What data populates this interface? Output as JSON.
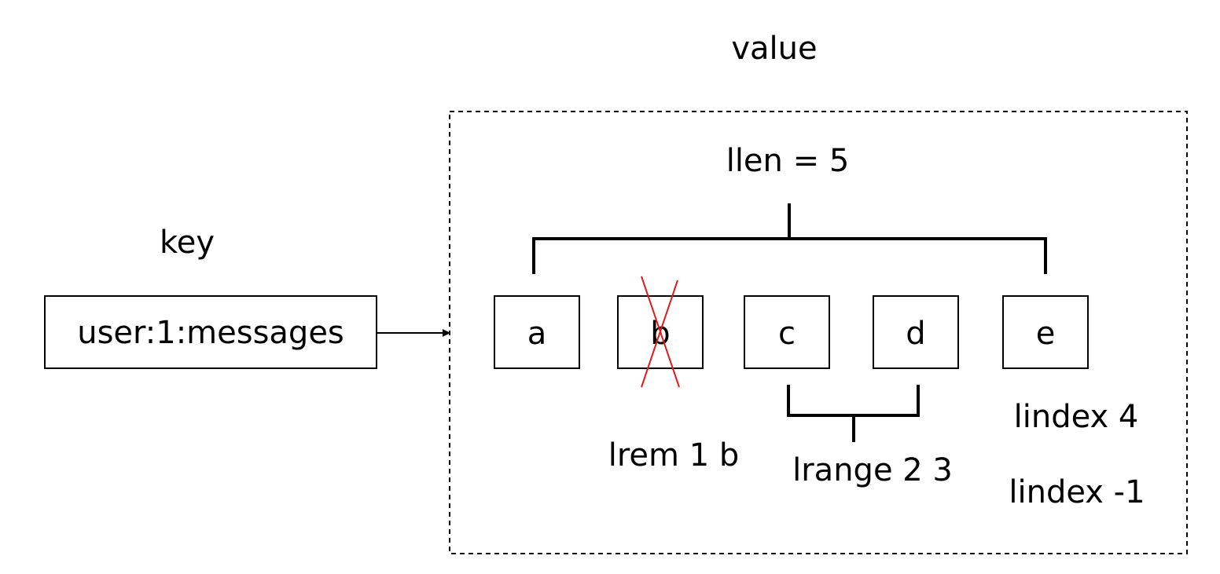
{
  "labels": {
    "value": "value",
    "key": "key",
    "llen": "llen = 5",
    "lrem": "lrem 1 b",
    "lrange": "lrange 2 3",
    "lindex_pos": "lindex 4",
    "lindex_neg": "lindex -1"
  },
  "key_name": "user:1:messages",
  "elements": [
    {
      "label": "a",
      "removed": false
    },
    {
      "label": "b",
      "removed": true
    },
    {
      "label": "c",
      "removed": false
    },
    {
      "label": "d",
      "removed": false
    },
    {
      "label": "e",
      "removed": false
    }
  ],
  "colors": {
    "line": "#000000",
    "strike": "#e31a1c",
    "background": "#ffffff"
  }
}
